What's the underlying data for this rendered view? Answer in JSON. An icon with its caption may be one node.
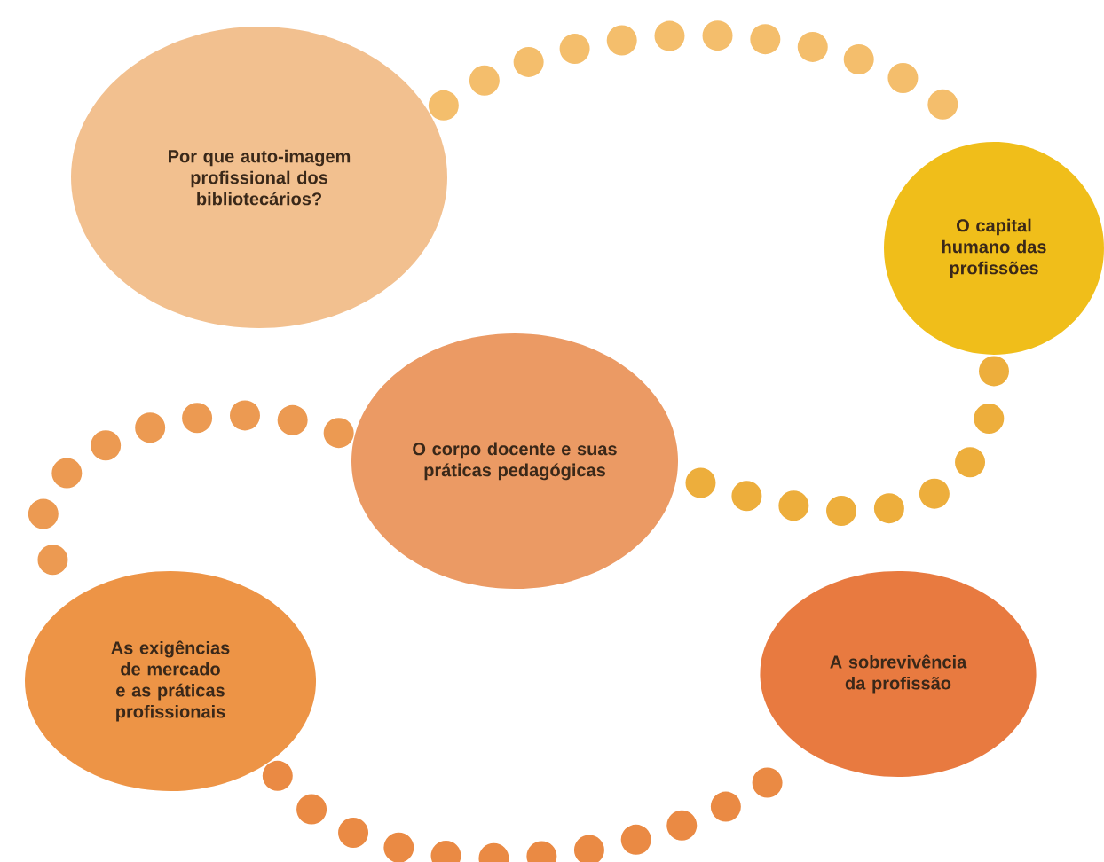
{
  "diagram": {
    "nodes": [
      {
        "text": [
          "Por que auto-imagem profissional dos bibliotecários?"
        ]
      },
      {
        "text": [
          "O capital humano das profissões"
        ]
      },
      {
        "text": [
          "O corpo docente e suas práticas pedagógicas"
        ]
      },
      {
        "text": [
          "As exigências de mercado e as práticas profissionais"
        ]
      },
      {
        "text": [
          "A sobrevivência da profissão"
        ]
      }
    ],
    "edges": [
      {
        "from": 0,
        "to": 1,
        "arrow": "none"
      },
      {
        "from": 1,
        "to": 2,
        "arrow": "none"
      },
      {
        "from": 2,
        "to": 3,
        "arrow": "none"
      },
      {
        "from": 3,
        "to": 4,
        "arrow": "none"
      }
    ]
  }
}
